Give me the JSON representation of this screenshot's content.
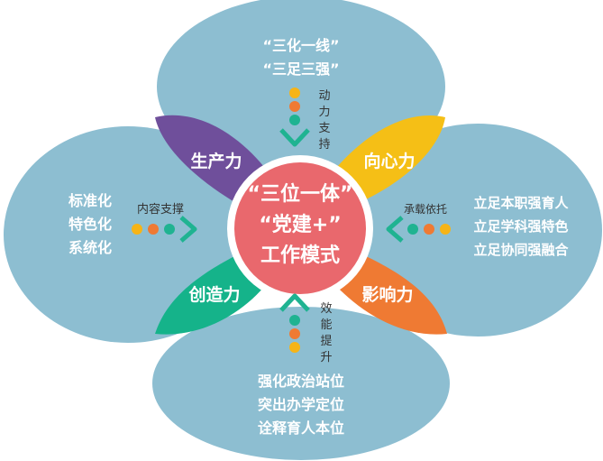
{
  "center": {
    "line1": "“三位一体”",
    "line2": "“党建+”",
    "line3": "工作模式"
  },
  "petals": {
    "top_left": "生产力",
    "top_right": "向心力",
    "bottom_left": "创造力",
    "bottom_right": "影响力"
  },
  "top": {
    "lines": [
      "“三化一线”",
      "“三足三强”"
    ],
    "connector": [
      "动",
      "力",
      "支",
      "持"
    ]
  },
  "left": {
    "lines": [
      "标准化",
      "特色化",
      "系统化"
    ],
    "connector": "内容支撑"
  },
  "right": {
    "lines": [
      "立足本职强育人",
      "立足学科强特色",
      "立足协同强融合"
    ],
    "connector": "承载依托"
  },
  "bottom": {
    "lines": [
      "强化政治站位",
      "突出办学定位",
      "诠释育人本位"
    ],
    "connector": [
      "效",
      "能",
      "提",
      "升"
    ]
  },
  "colors": {
    "blob": "#8dbed1",
    "purple": "#6f4f9b",
    "yellow": "#f5bf16",
    "teal": "#15b38a",
    "orange": "#ef7a33",
    "center": "#e9686d",
    "dot_yellow": "#f6b417",
    "dot_orange": "#ef7a33",
    "dot_teal": "#1fb391"
  }
}
